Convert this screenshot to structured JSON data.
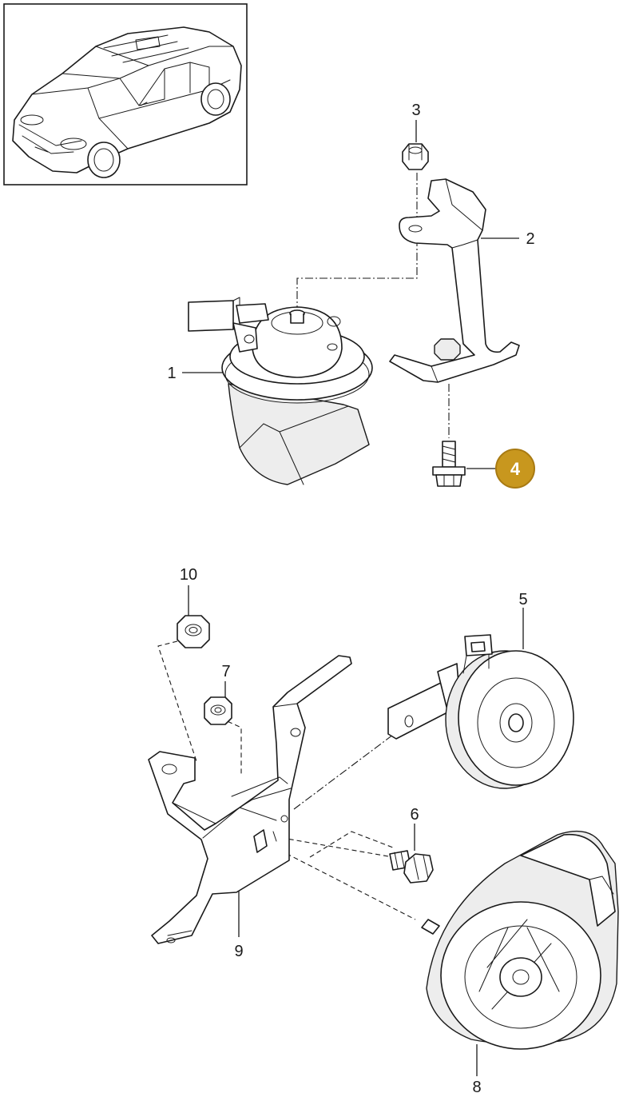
{
  "callouts": [
    {
      "id": "1",
      "text": "1"
    },
    {
      "id": "2",
      "text": "2"
    },
    {
      "id": "3",
      "text": "3"
    },
    {
      "id": "4",
      "text": "4",
      "highlighted": true
    },
    {
      "id": "5",
      "text": "5"
    },
    {
      "id": "6",
      "text": "6"
    },
    {
      "id": "7",
      "text": "7"
    },
    {
      "id": "8",
      "text": "8"
    },
    {
      "id": "9",
      "text": "9"
    },
    {
      "id": "10",
      "text": "10"
    }
  ],
  "colors": {
    "highlight": "#c8971e",
    "highlight_border": "#a87a12",
    "line": "#1a1a1a"
  }
}
